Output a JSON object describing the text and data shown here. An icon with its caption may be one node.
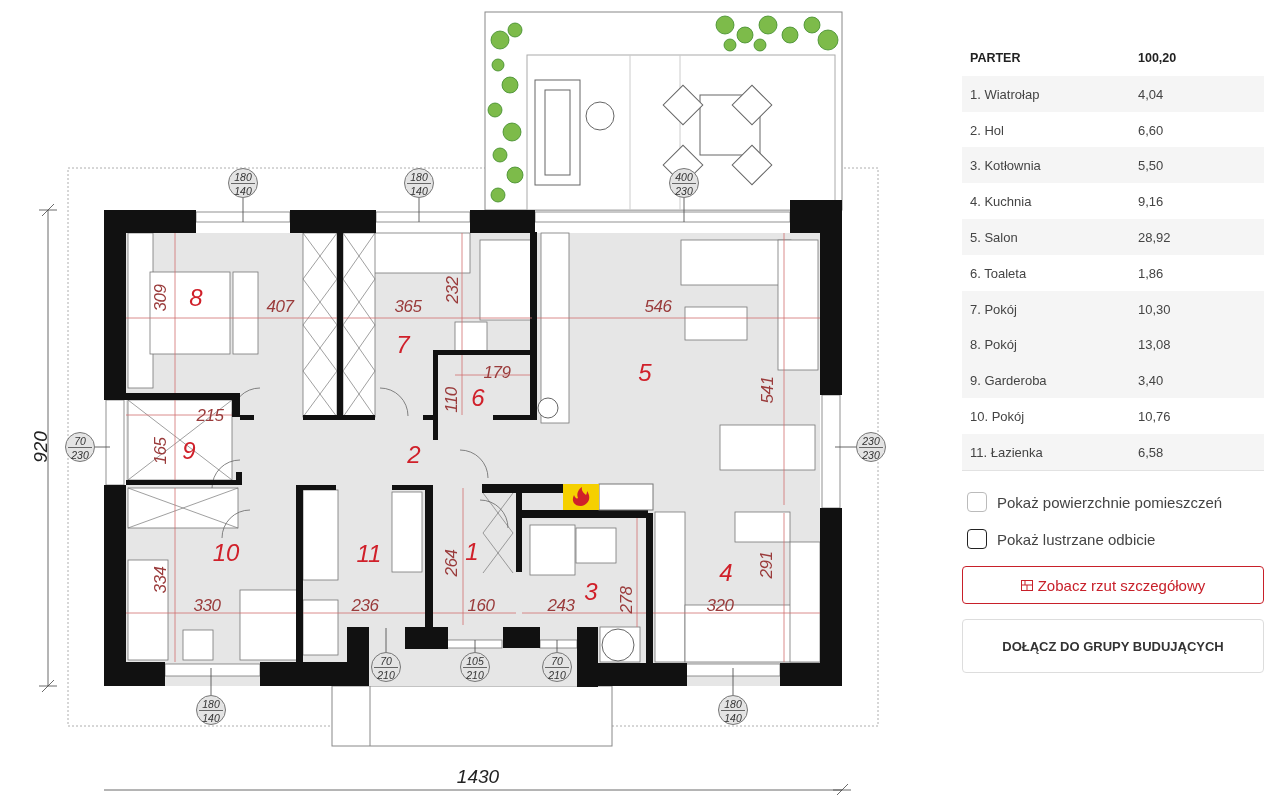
{
  "diagram": {
    "nodes": [
      {
        "text": [
          "180",
          "140"
        ]
      },
      {
        "text": [
          "180",
          "140"
        ]
      },
      {
        "text": [
          "400",
          "230"
        ]
      },
      {
        "text": [
          "70",
          "230"
        ]
      },
      {
        "text": [
          "230",
          "230"
        ]
      },
      {
        "text": [
          "70",
          "210"
        ]
      },
      {
        "text": [
          "105",
          "210"
        ]
      },
      {
        "text": [
          "70",
          "210"
        ]
      },
      {
        "text": [
          "180",
          "140"
        ]
      },
      {
        "text": [
          "180",
          "140"
        ]
      }
    ],
    "edges": [
      {
        "from": 0,
        "to": null,
        "arrow": "none"
      },
      {
        "from": 1,
        "to": null,
        "arrow": "none"
      },
      {
        "from": 2,
        "to": null,
        "arrow": "none"
      },
      {
        "from": 3,
        "to": null,
        "arrow": "none"
      },
      {
        "from": 4,
        "to": null,
        "arrow": "none"
      },
      {
        "from": 5,
        "to": null,
        "arrow": "none"
      },
      {
        "from": 6,
        "to": null,
        "arrow": "none"
      },
      {
        "from": 7,
        "to": null,
        "arrow": "none"
      },
      {
        "from": 8,
        "to": null,
        "arrow": "none"
      },
      {
        "from": 9,
        "to": null,
        "arrow": "none"
      }
    ],
    "labels": [
      "8",
      "309",
      "407",
      "365",
      "232",
      "546",
      "7",
      "179",
      "5",
      "110",
      "6",
      "541",
      "215",
      "920",
      "165",
      "9",
      "2",
      "10",
      "11",
      "1",
      "264",
      "4",
      "291",
      "334",
      "3",
      "278",
      "330",
      "236",
      "160",
      "243",
      "320",
      "1430",
      "PARTER",
      "100,20",
      "1. Wiatrołap",
      "4,04",
      "2. Hol",
      "6,60",
      "3. Kotłownia",
      "5,50",
      "4. Kuchnia",
      "9,16",
      "5. Salon",
      "28,92",
      "6. Toaleta",
      "1,86",
      "7. Pokój",
      "10,30",
      "8. Pokój",
      "13,08",
      "9. Garderoba",
      "3,40",
      "10. Pokój",
      "10,76",
      "11. Łazienka",
      "6,58",
      "Pokaż powierzchnie pomieszczeń",
      "Pokaż lustrzane odbicie",
      "Zobacz rzut szczegółowy",
      "DOŁĄCZ DO GRUPY BUDUJĄCYCH"
    ]
  }
}
